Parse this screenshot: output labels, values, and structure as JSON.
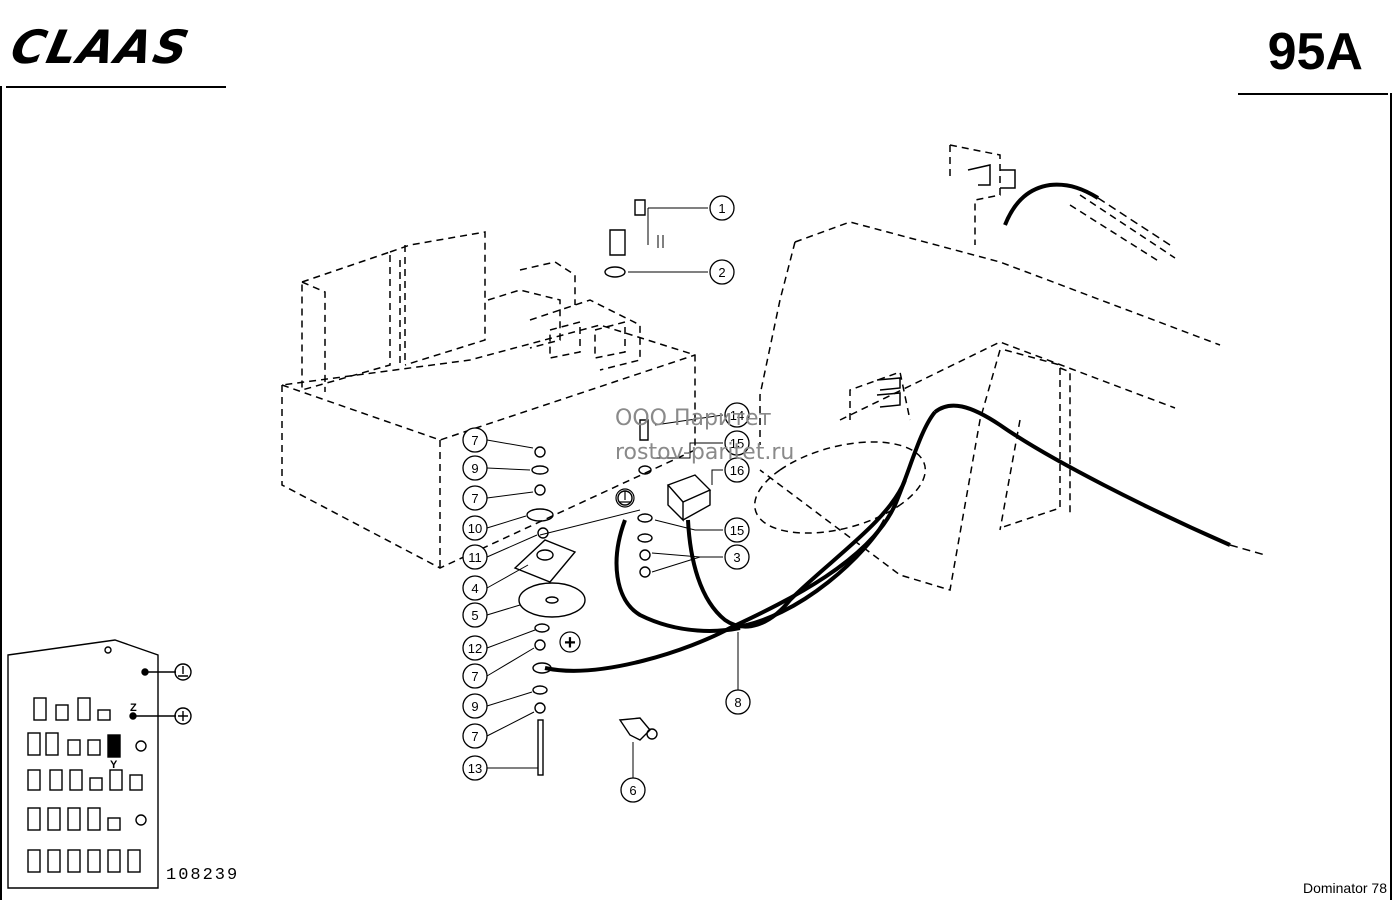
{
  "header": {
    "logo_text": "CLAAS",
    "page_code": "95A"
  },
  "footer": {
    "drawing_number": "108239",
    "model": "Dominator 78"
  },
  "watermark": {
    "line1": "ООО Паритет",
    "line2": "rostov-paritet.ru"
  },
  "panel": {
    "label_z": "Z",
    "label_y": "Y"
  },
  "symbols": {
    "plus": "+"
  },
  "callouts": [
    {
      "id": "c1",
      "label": "1"
    },
    {
      "id": "c2",
      "label": "2"
    },
    {
      "id": "c14",
      "label": "14"
    },
    {
      "id": "c15a",
      "label": "15"
    },
    {
      "id": "c16",
      "label": "16"
    },
    {
      "id": "c7a",
      "label": "7"
    },
    {
      "id": "c9a",
      "label": "9"
    },
    {
      "id": "c7b",
      "label": "7"
    },
    {
      "id": "c10",
      "label": "10"
    },
    {
      "id": "c11",
      "label": "11"
    },
    {
      "id": "c4",
      "label": "4"
    },
    {
      "id": "c5",
      "label": "5"
    },
    {
      "id": "c12",
      "label": "12"
    },
    {
      "id": "c7c",
      "label": "7"
    },
    {
      "id": "c9b",
      "label": "9"
    },
    {
      "id": "c7d",
      "label": "7"
    },
    {
      "id": "c13",
      "label": "13"
    },
    {
      "id": "c15b",
      "label": "15"
    },
    {
      "id": "c3",
      "label": "3"
    },
    {
      "id": "c8",
      "label": "8"
    },
    {
      "id": "c6",
      "label": "6"
    }
  ]
}
